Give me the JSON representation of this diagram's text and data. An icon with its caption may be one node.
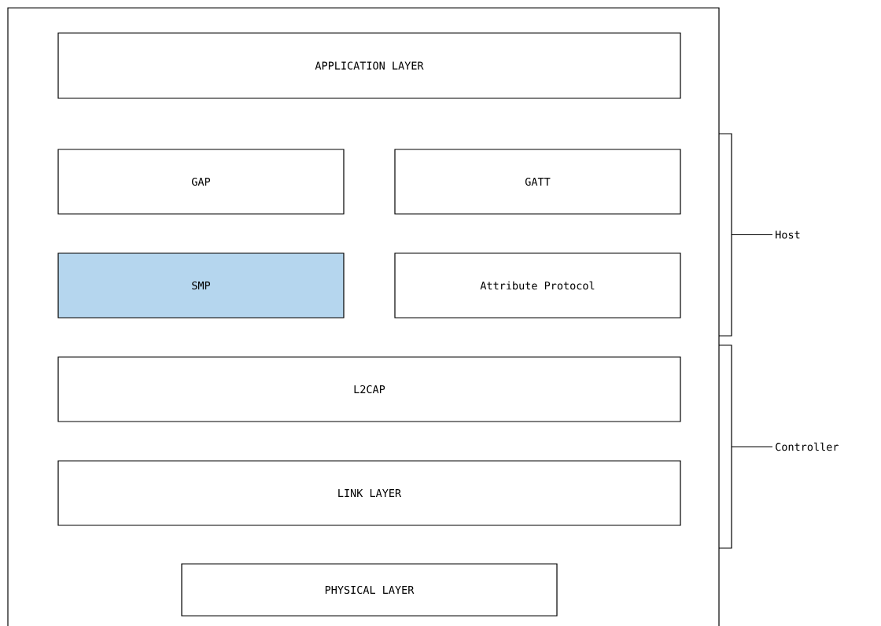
{
  "diagram": {
    "nodes": [
      {
        "text": [],
        "shape": "box"
      },
      {
        "text": [
          "APPLICATION LAYER"
        ],
        "in": 0
      },
      {
        "text": [
          "GAP"
        ],
        "in": 0
      },
      {
        "text": [
          "GATT"
        ],
        "in": 0
      },
      {
        "text": [
          "SMP"
        ],
        "in": 0
      },
      {
        "text": [
          "Attribute Protocol"
        ],
        "in": 0
      },
      {
        "text": [
          "L2CAP"
        ],
        "in": 0
      },
      {
        "text": [
          "LINK LAYER"
        ],
        "in": 0
      },
      {
        "text": [
          "PHYSICAL LAYER"
        ],
        "in": 0
      }
    ],
    "labels": [
      "Host",
      "Controller"
    ]
  }
}
